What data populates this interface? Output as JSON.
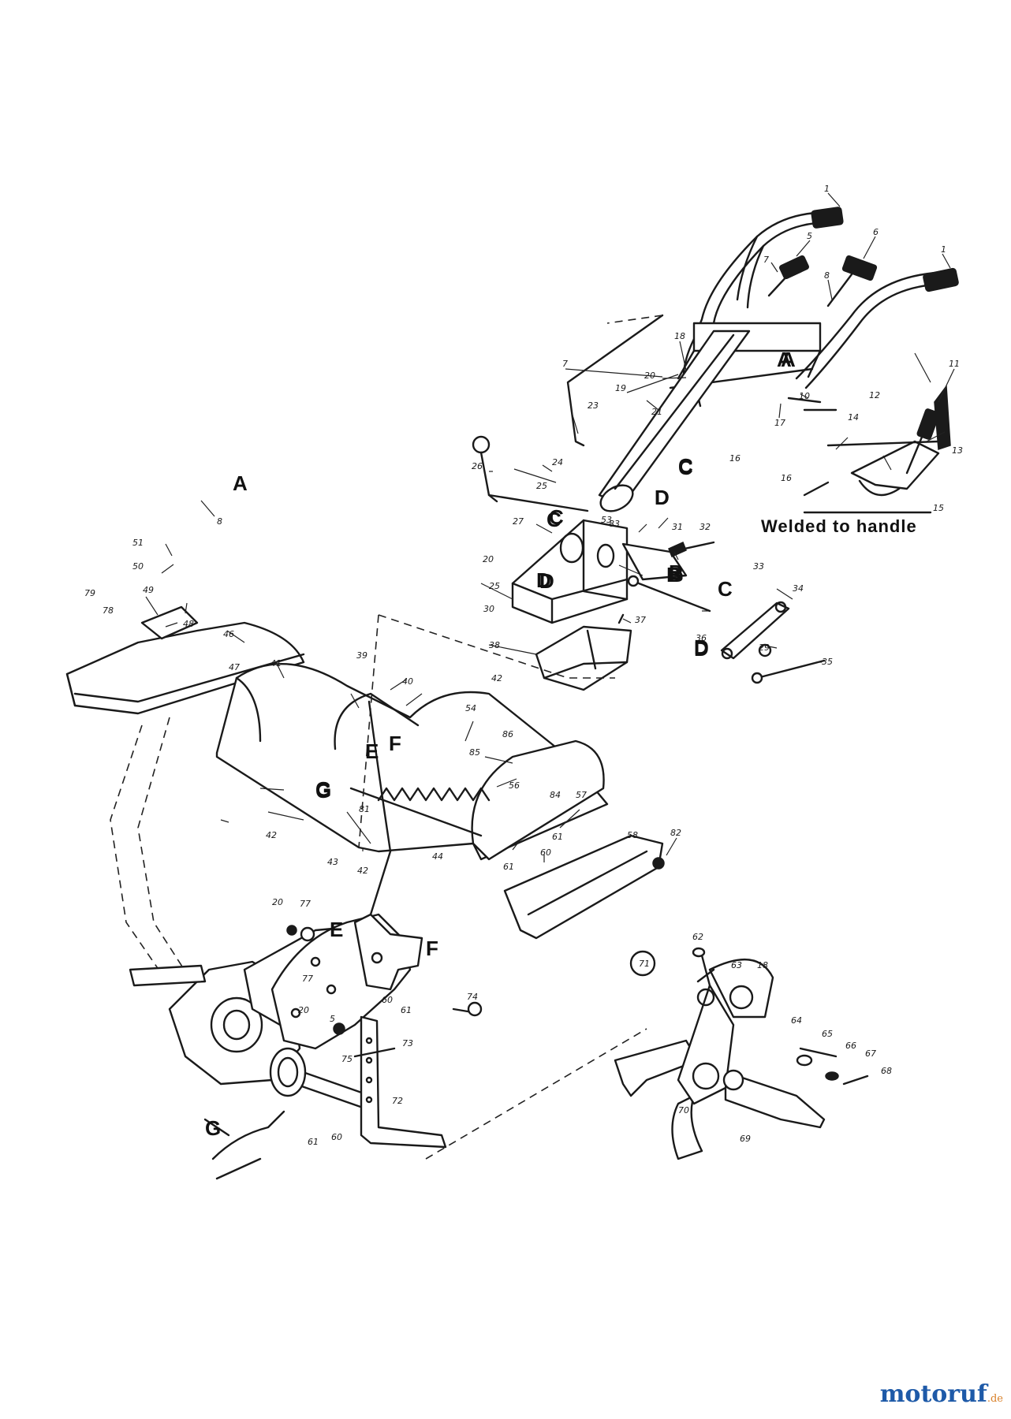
{
  "diagram": {
    "note": "Welded to handle",
    "ref_letters": [
      "A",
      "A",
      "B",
      "B",
      "C",
      "C",
      "C",
      "D",
      "D",
      "D",
      "E",
      "E",
      "F",
      "F",
      "G",
      "G"
    ],
    "part_numbers": [
      "1",
      "1",
      "5",
      "6",
      "7",
      "8",
      "7",
      "18",
      "20",
      "19",
      "21",
      "A",
      "10",
      "17",
      "16",
      "16",
      "14",
      "12",
      "11",
      "13",
      "15",
      "23",
      "24",
      "25",
      "26",
      "C",
      "D",
      "53",
      "83",
      "31",
      "32",
      "27",
      "20",
      "25",
      "30",
      "C",
      "D",
      "B",
      "33",
      "34",
      "36",
      "D",
      "29",
      "35",
      "37",
      "38",
      "8",
      "51",
      "50",
      "79",
      "78",
      "49",
      "48",
      "46",
      "47",
      "41",
      "39",
      "40",
      "42",
      "54",
      "86",
      "85",
      "56",
      "84",
      "57",
      "G",
      "81",
      "42",
      "43",
      "42",
      "44",
      "61",
      "60",
      "61",
      "58",
      "82",
      "20",
      "77",
      "71",
      "62",
      "63",
      "18",
      "64",
      "65",
      "66",
      "67",
      "68",
      "74",
      "61",
      "60",
      "77",
      "20",
      "5",
      "75",
      "73",
      "72",
      "60",
      "61",
      "70",
      "69"
    ]
  },
  "footer": {
    "brand": "motoruf",
    "tld": ".de"
  }
}
